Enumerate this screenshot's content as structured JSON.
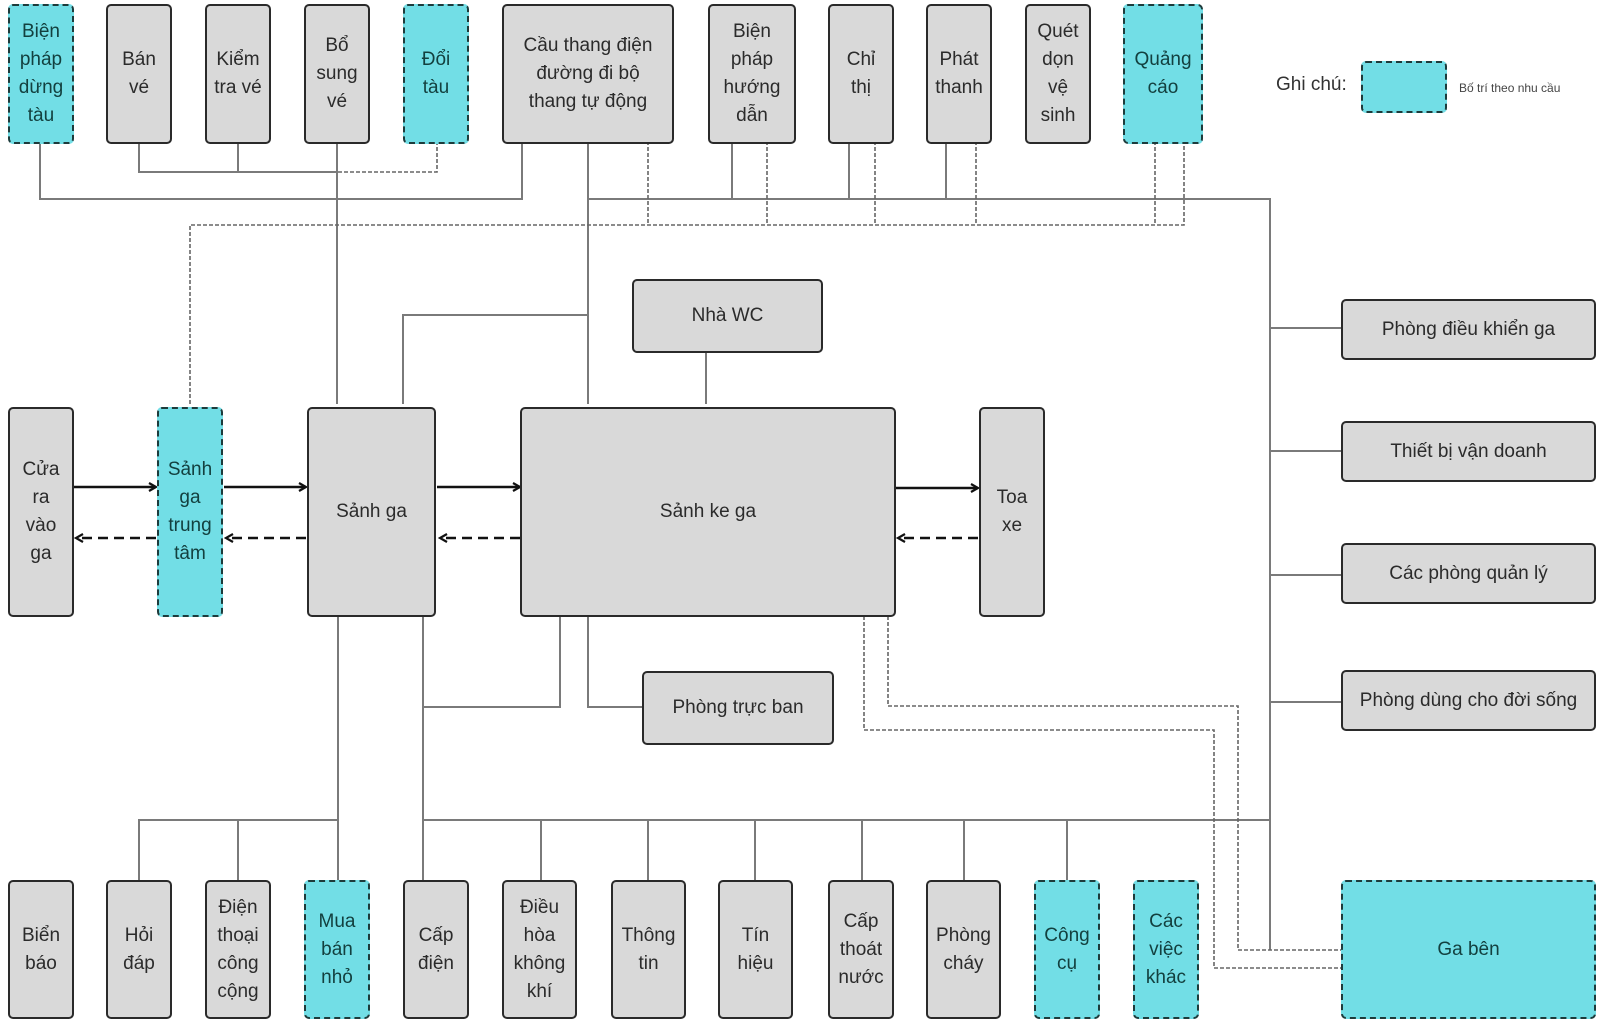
{
  "legend": {
    "label": "Ghi chú:",
    "description": "Bố trí theo nhu cầu",
    "optional_color": "#72dee6",
    "default_color": "#d9d9d9"
  },
  "top_row": [
    {
      "id": "bien-phap-dung-tau",
      "label": "Biện\npháp\ndừng\ntàu",
      "optional": true
    },
    {
      "id": "ban-ve",
      "label": "Bán\nvé",
      "optional": false
    },
    {
      "id": "kiem-tra-ve",
      "label": "Kiểm\ntra vé",
      "optional": false
    },
    {
      "id": "bo-sung-ve",
      "label": "Bổ\nsung\nvé",
      "optional": false
    },
    {
      "id": "doi-tau",
      "label": "Đổi\ntàu",
      "optional": true
    },
    {
      "id": "cau-thang-dien",
      "label": "Cầu thang điện\nđường đi bộ\nthang tự động",
      "optional": false
    },
    {
      "id": "bien-phap-huong-dan",
      "label": "Biện\npháp\nhướng\ndẫn",
      "optional": false
    },
    {
      "id": "chi-thi",
      "label": "Chỉ\nthị",
      "optional": false
    },
    {
      "id": "phat-thanh",
      "label": "Phát\nthanh",
      "optional": false
    },
    {
      "id": "quet-don-ve-sinh",
      "label": "Quét\ndọn\nvệ\nsinh",
      "optional": false
    },
    {
      "id": "quang-cao",
      "label": "Quảng\ncáo",
      "optional": true
    }
  ],
  "middle_row": [
    {
      "id": "cua-ra-vao-ga",
      "label": "Cửa\nra\nvào\nga",
      "optional": false
    },
    {
      "id": "sanh-ga-trung-tam",
      "label": "Sảnh\nga\ntrung\ntâm",
      "optional": true
    },
    {
      "id": "sanh-ga",
      "label": "Sảnh ga",
      "optional": false
    },
    {
      "id": "sanh-ke-ga",
      "label": "Sảnh ke ga",
      "optional": false
    },
    {
      "id": "toa-xe",
      "label": "Toa\nxe",
      "optional": false
    }
  ],
  "annex": [
    {
      "id": "nha-wc",
      "label": "Nhà WC",
      "optional": false
    },
    {
      "id": "phong-truc-ban",
      "label": "Phòng trực ban",
      "optional": false
    }
  ],
  "right_column": [
    {
      "id": "phong-dieu-khien-ga",
      "label": "Phòng điều khiển ga",
      "optional": false
    },
    {
      "id": "thiet-bi-van-doanh",
      "label": "Thiết bị vận doanh",
      "optional": false
    },
    {
      "id": "cac-phong-quan-ly",
      "label": "Các phòng quản lý",
      "optional": false
    },
    {
      "id": "phong-dung-cho-doi-song",
      "label": "Phòng dùng cho đời sống",
      "optional": false
    },
    {
      "id": "ga-ben",
      "label": "Ga bên",
      "optional": true
    }
  ],
  "bottom_row": [
    {
      "id": "bien-bao",
      "label": "Biển\nbáo",
      "optional": false
    },
    {
      "id": "hoi-dap",
      "label": "Hỏi\nđáp",
      "optional": false
    },
    {
      "id": "dien-thoai-cong-cong",
      "label": "Điện\nthoại\ncông\ncộng",
      "optional": false
    },
    {
      "id": "mua-ban-nho",
      "label": "Mua\nbán\nnhỏ",
      "optional": true
    },
    {
      "id": "cap-dien",
      "label": "Cấp\nđiện",
      "optional": false
    },
    {
      "id": "dieu-hoa-khong-khi",
      "label": "Điều\nhòa\nkhông\nkhí",
      "optional": false
    },
    {
      "id": "thong-tin",
      "label": "Thông\ntin",
      "optional": false
    },
    {
      "id": "tin-hieu",
      "label": "Tín\nhiệu",
      "optional": false
    },
    {
      "id": "cap-thoat-nuoc",
      "label": "Cấp\nthoát\nnước",
      "optional": false
    },
    {
      "id": "phong-chay",
      "label": "Phòng\ncháy",
      "optional": false
    },
    {
      "id": "cong-cu",
      "label": "Công\ncụ",
      "optional": true
    },
    {
      "id": "cac-viec-khac",
      "label": "Các\nviệc\nkhác",
      "optional": true
    }
  ],
  "flows": [
    {
      "from": "cua-ra-vao-ga",
      "to": "sanh-ga-trung-tam",
      "style": "solid"
    },
    {
      "from": "sanh-ga-trung-tam",
      "to": "cua-ra-vao-ga",
      "style": "dashed"
    },
    {
      "from": "sanh-ga-trung-tam",
      "to": "sanh-ga",
      "style": "solid"
    },
    {
      "from": "sanh-ga",
      "to": "sanh-ga-trung-tam",
      "style": "dashed"
    },
    {
      "from": "sanh-ga",
      "to": "sanh-ke-ga",
      "style": "solid"
    },
    {
      "from": "sanh-ke-ga",
      "to": "sanh-ga",
      "style": "dashed"
    },
    {
      "from": "sanh-ke-ga",
      "to": "toa-xe",
      "style": "solid"
    },
    {
      "from": "toa-xe",
      "to": "sanh-ke-ga",
      "style": "dashed"
    }
  ]
}
